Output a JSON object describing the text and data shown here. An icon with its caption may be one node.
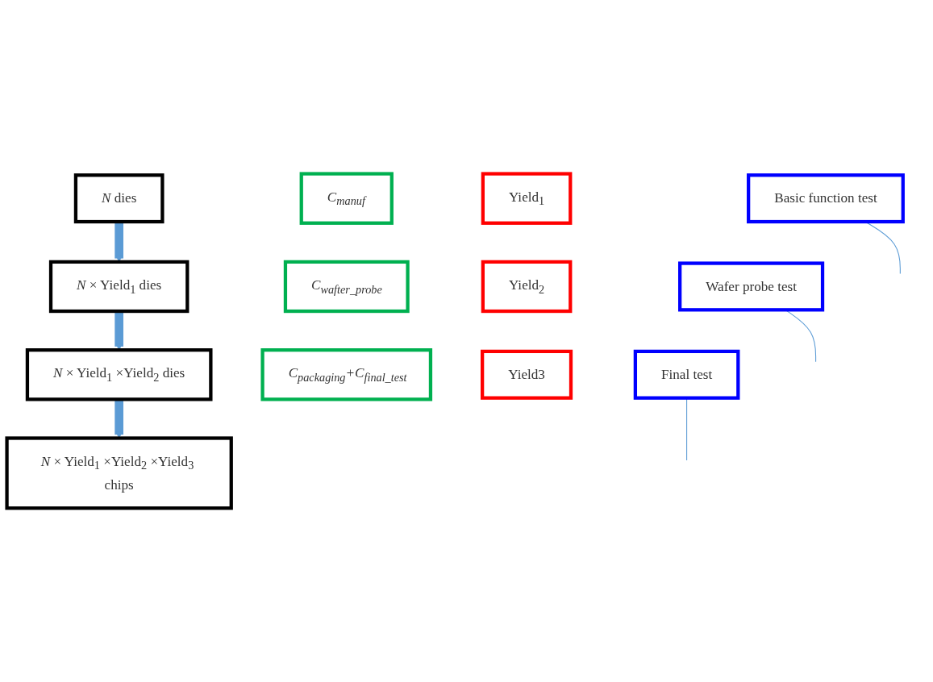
{
  "diagram": {
    "nodes": [
      {
        "text": [
          "*N* dies"
        ]
      },
      {
        "text": [
          "C$_{manuf}$"
        ]
      },
      {
        "text": [
          "Yield$_{1}$"
        ]
      },
      {
        "text": [
          "Basic function test"
        ]
      },
      {
        "text": [
          "*N* × Yield$_{1}$ dies"
        ]
      },
      {
        "text": [
          "C$_{wafter_probe}$"
        ]
      },
      {
        "text": [
          "Yield$_{2}$"
        ]
      },
      {
        "text": [
          "Wafer probe test"
        ]
      },
      {
        "text": [
          "*N* × Yield$_{1}$ ×Yield$_{2}$ dies"
        ]
      },
      {
        "text": [
          "C$_{packaging}$+C$_{final_test}$"
        ]
      },
      {
        "text": [
          "Yield3"
        ]
      },
      {
        "text": [
          "Final test"
        ]
      },
      {
        "text": [
          "*N* × Yield$_{1}$ ×Yield$_{2}$ ×Yield$_{3}$ chips"
        ]
      }
    ],
    "edges": [
      {
        "from": 0,
        "to": 4,
        "arrow": "to",
        "style": "thick",
        "color": "#5b9bd5"
      },
      {
        "from": 3,
        "to": null,
        "arrow": "none",
        "color": "#5b9bd5"
      },
      {
        "from": 4,
        "to": 8,
        "arrow": "to",
        "style": "thick",
        "color": "#5b9bd5"
      },
      {
        "from": 7,
        "to": null,
        "arrow": "none",
        "color": "#5b9bd5"
      },
      {
        "from": 8,
        "to": 12,
        "arrow": "to",
        "style": "thick",
        "color": "#5b9bd5"
      },
      {
        "from": 11,
        "to": null,
        "arrow": "none",
        "color": "#5b9bd5"
      }
    ]
  }
}
